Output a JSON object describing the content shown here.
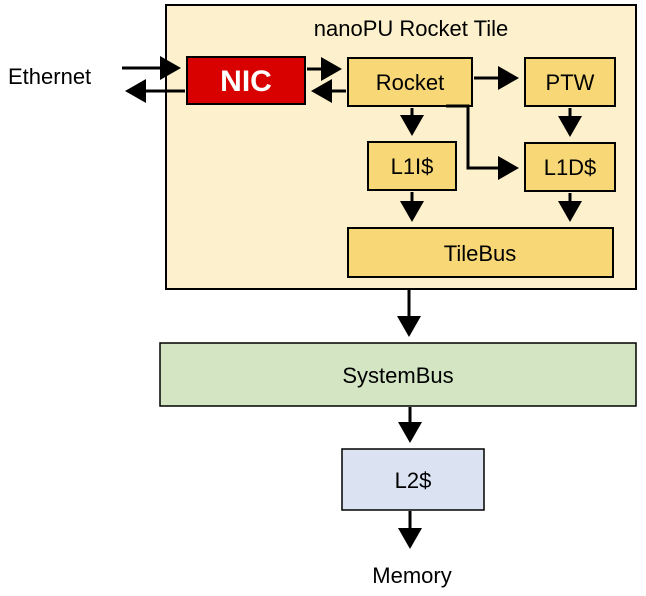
{
  "diagram": {
    "tile_title": "nanoPU Rocket Tile",
    "ethernet_label": "Ethernet",
    "memory_label": "Memory",
    "blocks": {
      "nic": "NIC",
      "rocket": "Rocket",
      "ptw": "PTW",
      "l1i": "L1I$",
      "l1d": "L1D$",
      "tilebus": "TileBus",
      "systembus": "SystemBus",
      "l2": "L2$"
    },
    "colors": {
      "tile_fill": "#fdf0cc",
      "block_fill": "#f8d777",
      "nic_fill": "#d90000",
      "systembus_fill": "#d3e5c3",
      "l2_fill": "#dbe3f3",
      "outline": "#000000"
    }
  }
}
